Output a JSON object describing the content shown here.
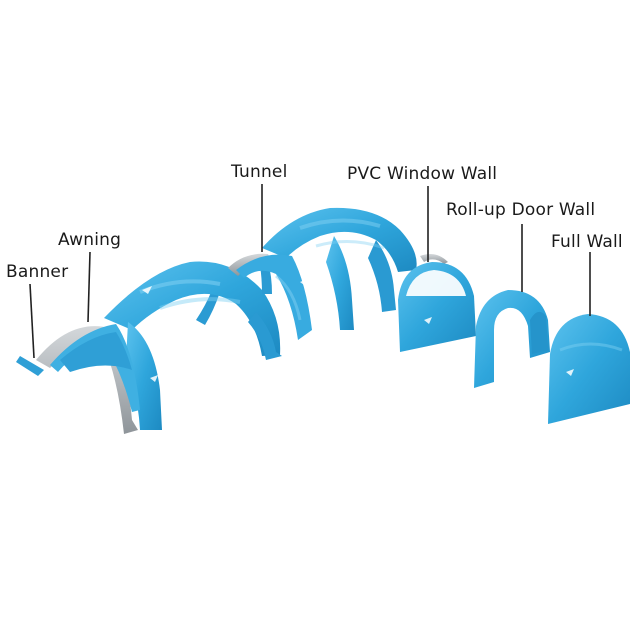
{
  "labels": {
    "banner": "Banner",
    "awning": "Awning",
    "tunnel": "Tunnel",
    "pvc_window_wall": "PVC Window Wall",
    "rollup_door_wall": "Roll-up Door Wall",
    "full_wall": "Full Wall"
  },
  "colors": {
    "fabric": "#2fa6dc",
    "fabric_dark": "#1f8ec6",
    "fabric_light": "#6cc7ee",
    "frame": "#b9bec3",
    "frame_dark": "#8c9297",
    "leader": "#222222",
    "text": "#1a1a1a"
  }
}
